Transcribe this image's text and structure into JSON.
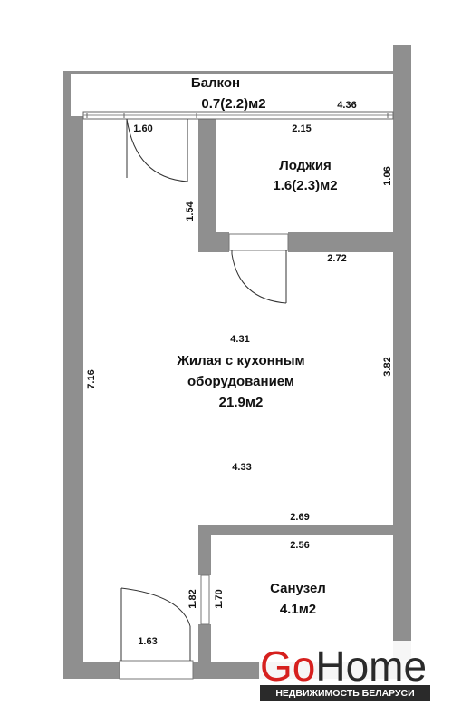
{
  "rooms": {
    "balcony": {
      "name": "Балкон",
      "area": "0.7(2.2)м2"
    },
    "loggia": {
      "name": "Лоджия",
      "area": "1.6(2.3)м2"
    },
    "living": {
      "name_line1": "Жилая с кухонным",
      "name_line2": "оборудованием",
      "area": "21.9м2"
    },
    "bathroom": {
      "name": "Санузел",
      "area": "4.1м2"
    }
  },
  "dimensions": {
    "balcony_length": "4.36",
    "entry_width": "1.60",
    "loggia_width_top": "2.15",
    "loggia_depth": "1.06",
    "partition_length": "1.54",
    "loggia_width_bottom": "2.72",
    "living_width_top": "4.31",
    "living_height_left": "7.16",
    "living_height_right": "3.82",
    "living_width_bottom": "4.33",
    "bath_width_top": "2.69",
    "bath_width_inner": "2.56",
    "bath_wall_outer": "1.82",
    "bath_wall_inner": "1.70",
    "front_door_width": "1.63"
  },
  "logo": {
    "part1": "Go",
    "part2": "Home",
    "tagline": "НЕДВИЖИМОСТЬ БЕЛАРУСИ"
  },
  "colors": {
    "wall": "#8f8f8f",
    "logo_red": "#d6201e",
    "logo_dark": "#2a2a2a"
  }
}
